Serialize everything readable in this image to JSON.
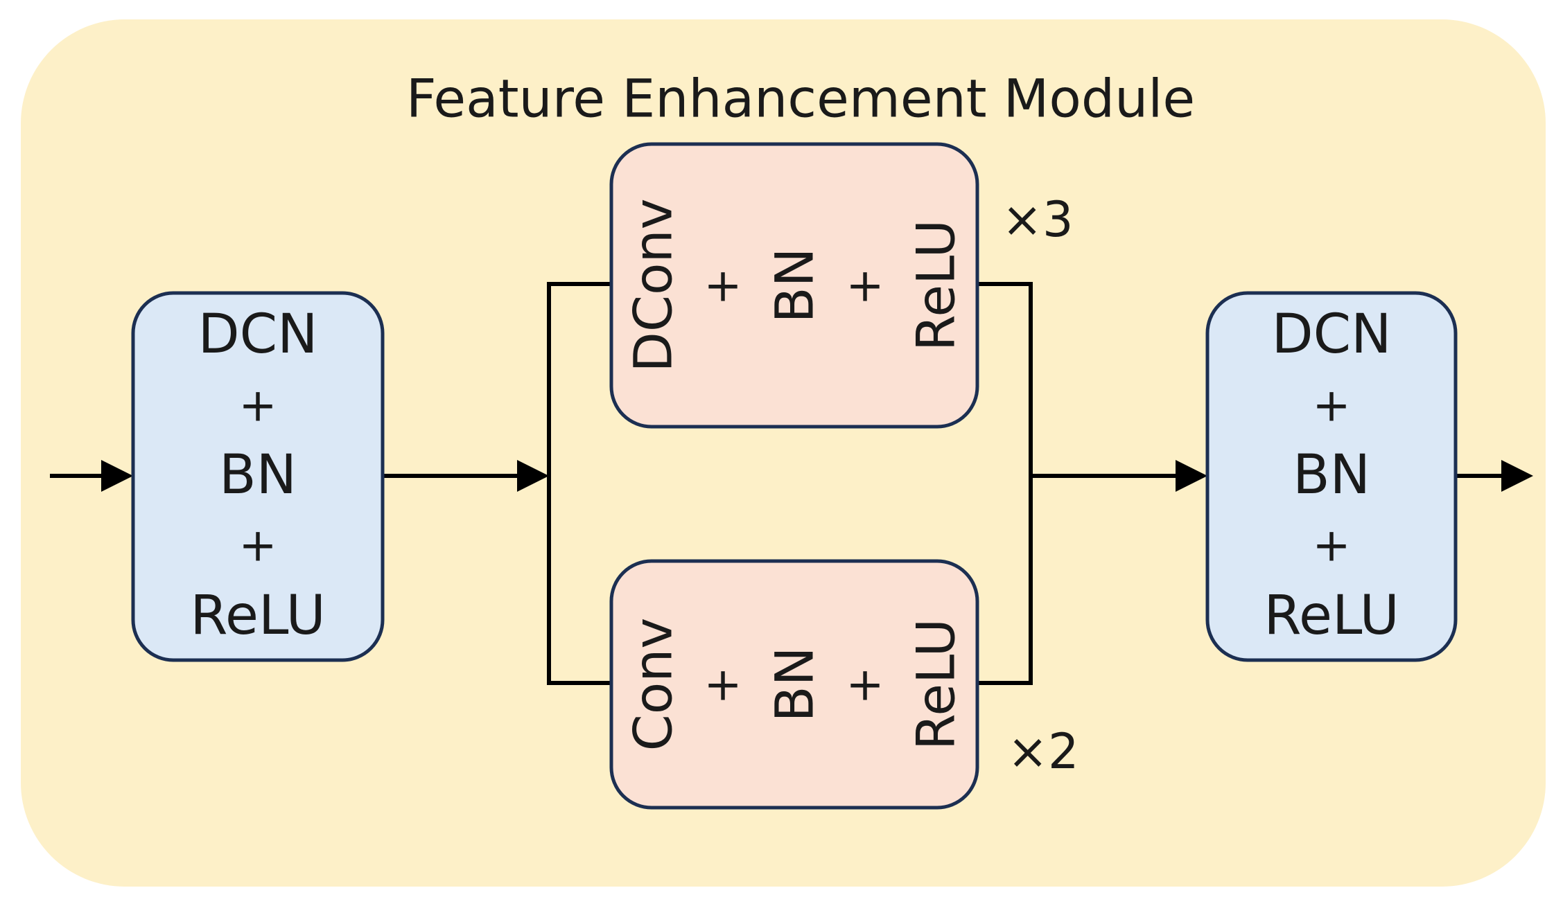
{
  "module": {
    "title": "Feature Enhancement Module",
    "background_color": "#fdf0c8"
  },
  "blocks": {
    "input_block": {
      "lines": [
        "DCN",
        "+",
        "BN",
        "+",
        "ReLU"
      ],
      "fill_color": "#dbe8f6"
    },
    "upper_branch": {
      "lines": [
        "DConv",
        "+",
        "BN",
        "+",
        "ReLU"
      ],
      "repeat": "×3",
      "fill_color": "#fbe1d4"
    },
    "lower_branch": {
      "lines": [
        "Conv",
        "+",
        "BN",
        "+",
        "ReLU"
      ],
      "repeat": "×2",
      "fill_color": "#fbe1d4"
    },
    "output_block": {
      "lines": [
        "DCN",
        "+",
        "BN",
        "+",
        "ReLU"
      ],
      "fill_color": "#dbe8f6"
    }
  },
  "colors": {
    "border": "#1c2f52",
    "arrow": "#000000"
  }
}
